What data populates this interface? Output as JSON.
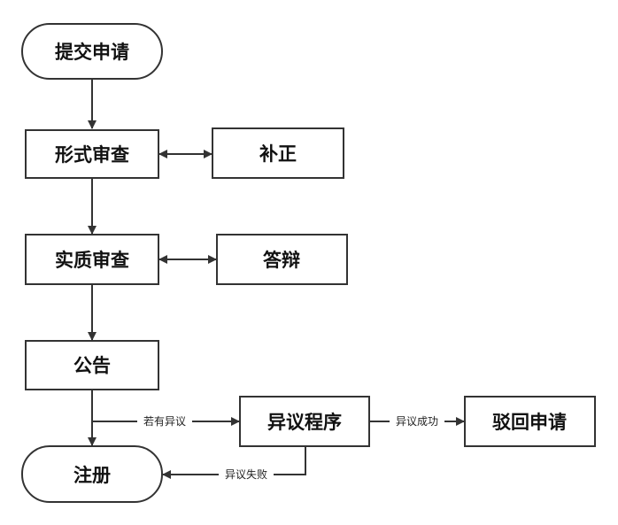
{
  "nodes": {
    "submit": "提交申请",
    "formal": "形式审查",
    "correction": "补正",
    "substantive": "实质审查",
    "reply": "答辩",
    "publication": "公告",
    "opposition": "异议程序",
    "rejected": "驳回申请",
    "registration": "注册"
  },
  "edges": {
    "if_opposed": "若有异议",
    "opposition_success": "异议成功",
    "opposition_fail": "异议失败"
  },
  "colors": {
    "stroke": "#333333",
    "text": "#111111",
    "background": "#ffffff"
  }
}
